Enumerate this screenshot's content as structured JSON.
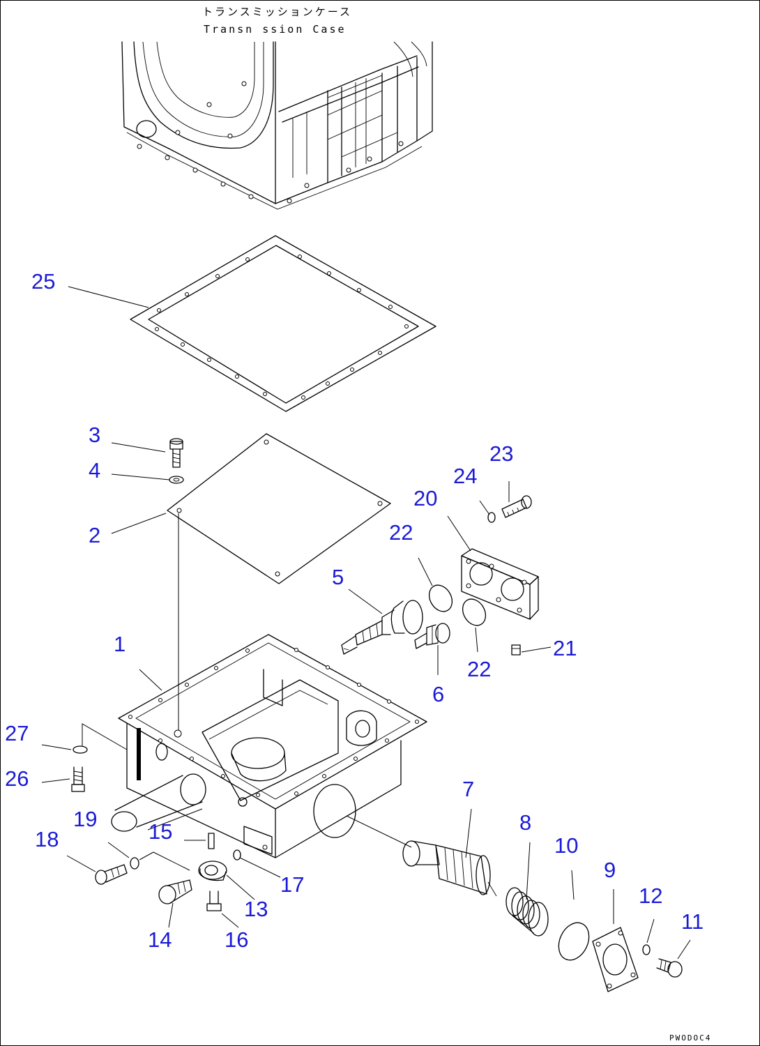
{
  "header": {
    "jp_label": "トランスミッションケース",
    "en_label": "Transn ssion Case"
  },
  "drawing_code": "PWODOC4",
  "callout_color": "#1a1ad6",
  "callouts": [
    {
      "id": "c25",
      "label": "25"
    },
    {
      "id": "c3",
      "label": "3"
    },
    {
      "id": "c4",
      "label": "4"
    },
    {
      "id": "c2",
      "label": "2"
    },
    {
      "id": "c23",
      "label": "23"
    },
    {
      "id": "c24",
      "label": "24"
    },
    {
      "id": "c20",
      "label": "20"
    },
    {
      "id": "c22a",
      "label": "22"
    },
    {
      "id": "c5",
      "label": "5"
    },
    {
      "id": "c1",
      "label": "1"
    },
    {
      "id": "c21",
      "label": "21"
    },
    {
      "id": "c22b",
      "label": "22"
    },
    {
      "id": "c6",
      "label": "6"
    },
    {
      "id": "c27",
      "label": "27"
    },
    {
      "id": "c26",
      "label": "26"
    },
    {
      "id": "c7",
      "label": "7"
    },
    {
      "id": "c19",
      "label": "19"
    },
    {
      "id": "c15",
      "label": "15"
    },
    {
      "id": "c8",
      "label": "8"
    },
    {
      "id": "c10",
      "label": "10"
    },
    {
      "id": "c18",
      "label": "18"
    },
    {
      "id": "c9",
      "label": "9"
    },
    {
      "id": "c17",
      "label": "17"
    },
    {
      "id": "c12",
      "label": "12"
    },
    {
      "id": "c13",
      "label": "13"
    },
    {
      "id": "c11",
      "label": "11"
    },
    {
      "id": "c14",
      "label": "14"
    },
    {
      "id": "c16",
      "label": "16"
    }
  ]
}
